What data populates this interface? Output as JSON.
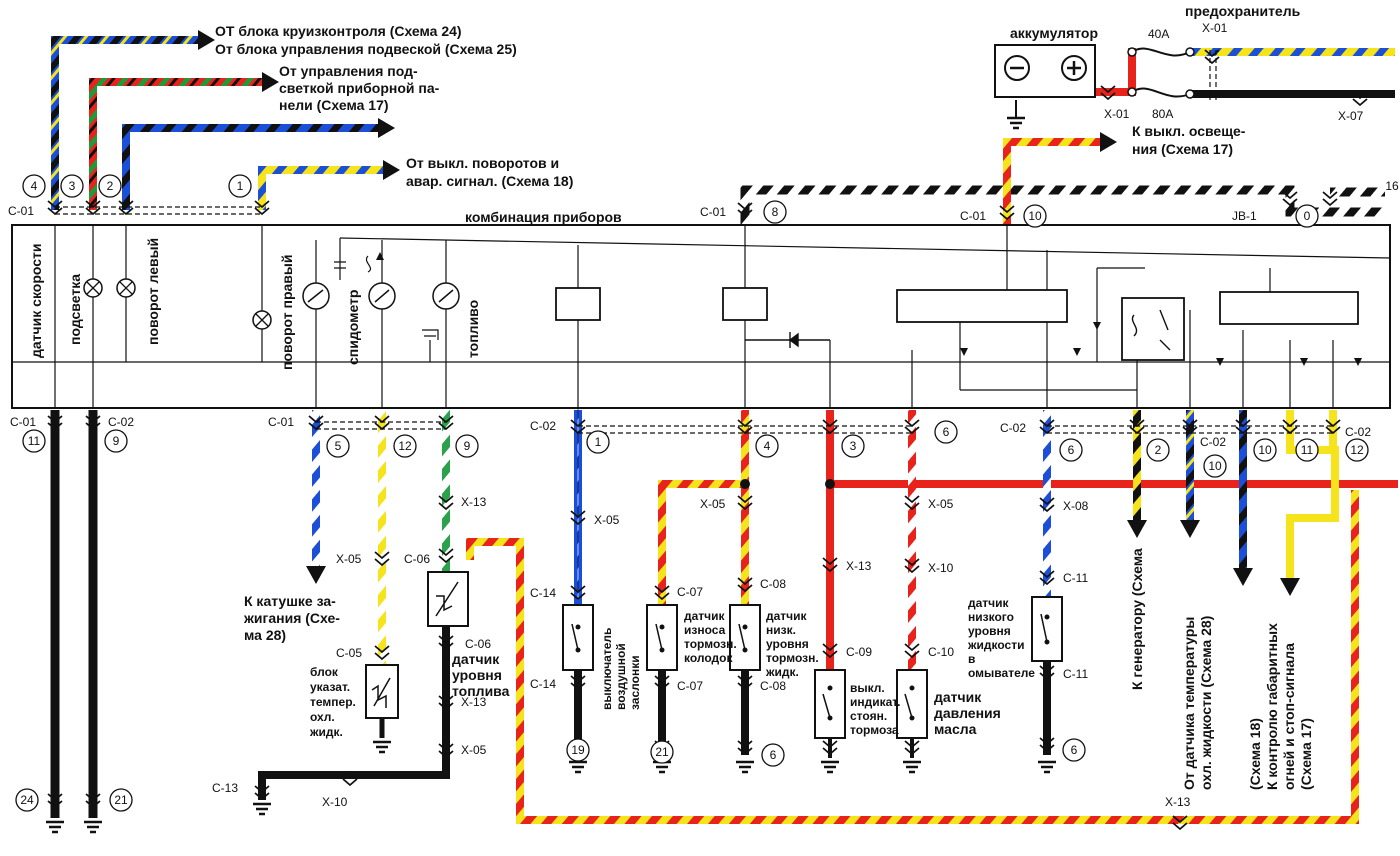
{
  "top_labels": {
    "cruise": "ОТ блока круизконтроля (Схема 24)",
    "suspension": "От блока управления подвеской (Схема 25)",
    "dash1": "От управления под-",
    "dash2": "светкой приборной па-",
    "dash3": "нели (Схема 17)",
    "turn1": "От выкл. поворотов и",
    "turn2": "авар. сигнал. (Схема 18)",
    "battery": "аккумулятор",
    "fuse": "предохранитель",
    "fuse40": "40A",
    "fuse80": "80A",
    "light1": "К выкл. освеще-",
    "light2": "ния (Схема 17)"
  },
  "cluster": {
    "title": "комбинация приборов",
    "speed_sensor": "датчик скорости",
    "backlight": "подсветка",
    "turn_left": "поворот левый",
    "turn_right": "поворот правый",
    "speedometer": "спидометр",
    "fuel": "топливо"
  },
  "connectors": {
    "c01": "C-01",
    "c02": "C-02",
    "c05": "C-05",
    "c06": "C-06",
    "c07": "C-07",
    "c08": "C-08",
    "c09": "C-09",
    "c10": "C-10",
    "c11": "C-11",
    "c13": "C-13",
    "c14": "C-14",
    "x01": "X-01",
    "x05": "X-05",
    "x07": "X-07",
    "x08": "X-08",
    "x10": "X-10",
    "x13": "X-13",
    "jb1": "JB-1"
  },
  "pins": {
    "p4": "4",
    "p3": "3",
    "p2": "2",
    "p1": "1",
    "p8": "8",
    "p10": "10",
    "p0": "0",
    "p11": "11",
    "p9": "9",
    "p5": "5",
    "p12": "12",
    "p6": "6",
    "p19": "19",
    "p21": "21",
    "p24": "24",
    "p16": "16"
  },
  "components": {
    "ignition1": "К катушке за-",
    "ignition2": "жигания (Схе-",
    "ignition3": "ма 28)",
    "temp1": "блок",
    "temp2": "указат.",
    "temp3": "темпер.",
    "temp4": "охл.",
    "temp5": "жидк.",
    "fuel_lvl1": "датчик",
    "fuel_lvl2": "уровня",
    "fuel_lvl3": "топлива",
    "choke1": "выключатель",
    "choke2": "воздушной",
    "choke3": "заслонки",
    "pad1": "датчик",
    "pad2": "износа",
    "pad3": "тормозн.",
    "pad4": "колодок",
    "brake1": "датчик",
    "brake2": "низк.",
    "brake3": "уровня",
    "brake4": "тормозн.",
    "brake5": "жидк.",
    "park1": "выкл.",
    "park2": "индикат.",
    "park3": "стоян.",
    "park4": "тормоза",
    "oil1": "датчик",
    "oil2": "давления",
    "oil3": "масла",
    "washer1": "датчик",
    "washer2": "низкого",
    "washer3": "уровня",
    "washer4": "жидкости",
    "washer5": "в",
    "washer6": "омывателе",
    "gen": "К генератору (Схема",
    "coolant1": "От датчика температуры",
    "coolant2": "охл. жидкости (Схема 28)",
    "tail1": "(Схема 18)",
    "tail2": "К контролю габаритных",
    "tail3": "огней и стоп-сигнала",
    "tail4": "(Схема 17)"
  }
}
